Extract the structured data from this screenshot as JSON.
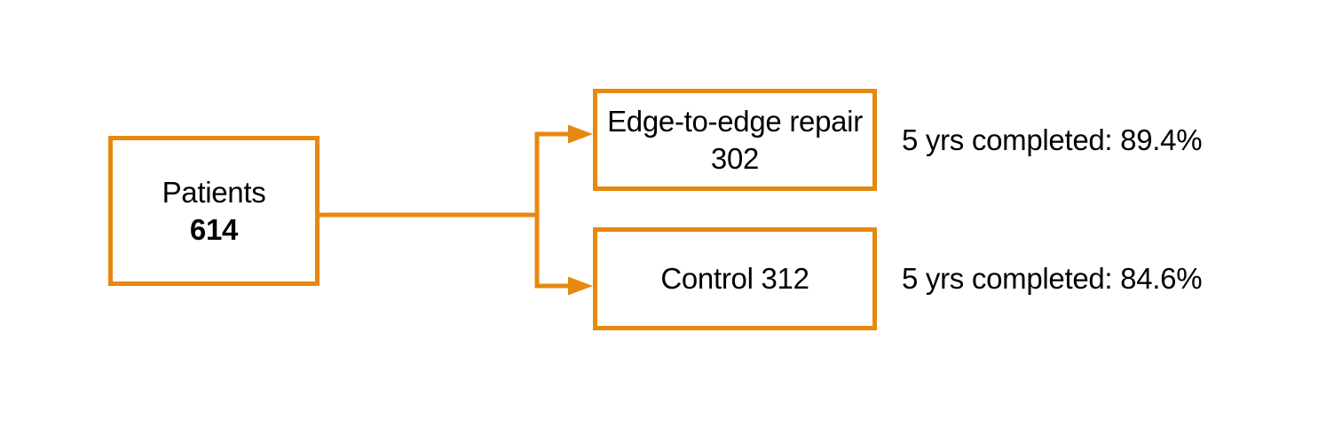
{
  "colors": {
    "accent": "#E6890F",
    "text": "#000000",
    "background": "#FFFFFF"
  },
  "diagram": {
    "root_box": {
      "label": "Patients",
      "count": "614"
    },
    "branches": [
      {
        "line1": "Edge-to-edge repair",
        "line2": "302",
        "note": "5 yrs completed: 89.4%"
      },
      {
        "line1": "Control 312",
        "note": "5 yrs completed: 84.6%"
      }
    ]
  }
}
